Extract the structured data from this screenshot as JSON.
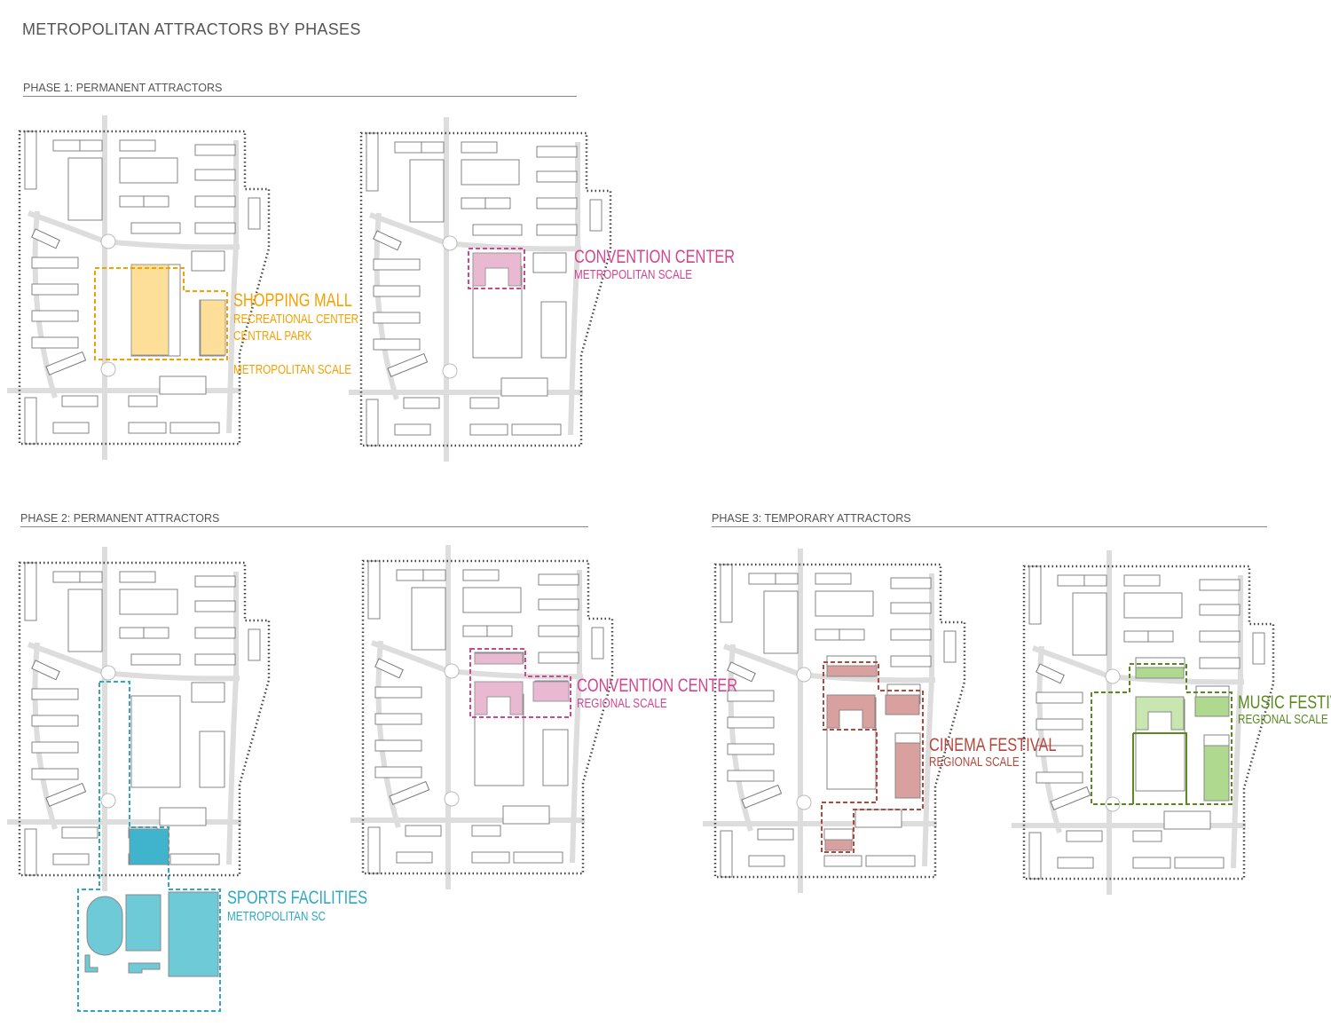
{
  "title": "METROPOLITAN ATTRACTORS BY PHASES",
  "phases": [
    {
      "label": "PHASE 1: PERMANENT ATTRACTORS"
    },
    {
      "label": "PHASE 2: PERMANENT ATTRACTORS"
    },
    {
      "label": "PHASE 3: TEMPORARY ATTRACTORS"
    }
  ],
  "colors": {
    "shopping": "#f5a000",
    "convention": "#d0468f",
    "sports": "#2fa8c4",
    "cinema": "#b5473b",
    "music": "#5a8a1f",
    "plan": "#999999",
    "boundary": "#444444"
  },
  "attractors": {
    "shopping_mall": {
      "name": "SHOPPING MALL",
      "lines": [
        "RECREATIONAL CENTER",
        "CENTRAL PARK"
      ],
      "scale": "METROPOLITAN SCALE"
    },
    "convention_p1": {
      "name": "CONVENTION CENTER",
      "scale": "METROPOLITAN SCALE"
    },
    "sports": {
      "name": "SPORTS FACILITIES",
      "scale": "METROPOLITAN SC"
    },
    "convention_p2": {
      "name": "CONVENTION CENTER",
      "scale": "REGIONAL SCALE"
    },
    "cinema": {
      "name": "CINEMA FESTIVAL",
      "scale": "REGIONAL SCALE"
    },
    "music": {
      "name": "MUSIC FESTIVAL",
      "scale": "REGIONAL SCALE"
    }
  }
}
